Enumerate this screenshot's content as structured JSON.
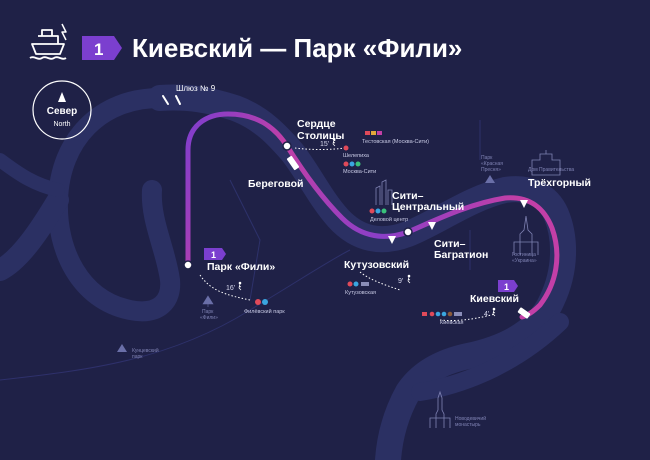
{
  "header": {
    "line_number": "1",
    "title": "Киевский — Парк «Фили»",
    "boat_icon": "river-boat-icon"
  },
  "compass": {
    "label": "Север",
    "sublabel": "North"
  },
  "lock": {
    "label": "Шлюз № 9"
  },
  "colors": {
    "background": "#1f2147",
    "river": "#2c3266",
    "route_start": "#c23fa7",
    "route_end": "#6a3dcc",
    "badge": "#7b3fcf"
  },
  "stations": [
    {
      "name": "Парк «Фили»",
      "badge": "1"
    },
    {
      "name": "Береговой"
    },
    {
      "name_line1": "Сердце",
      "name_line2": "Столицы"
    },
    {
      "name": "Кутузовский"
    },
    {
      "name_line1": "Сити–",
      "name_line2": "Центральный"
    },
    {
      "name_line1": "Сити–",
      "name_line2": "Багратион"
    },
    {
      "name": "Трёхгорный"
    },
    {
      "name": "Киевский",
      "badge": "1"
    }
  ],
  "walk_times": [
    "16'",
    "15'",
    "9'",
    "4'"
  ],
  "metro": {
    "fili": "Филёвский парк",
    "serdce_1": "Тестовская (Москва-Сити)",
    "serdce_2": "Шелепиха",
    "serdce_3": "Москва-Сити",
    "siti": "Деловой центр",
    "kutuz": "Кутузовская",
    "kiev": "Киевская"
  },
  "pois": {
    "fili_park_1": "Парк",
    "fili_park_2": "«Фили»",
    "kuntsevo_1": "Кунцевский",
    "kuntsevo_2": "парк",
    "presnya_1": "Парк",
    "presnya_2": "«Красная",
    "presnya_3": "Пресня»",
    "gov_house": "Дом Правительства",
    "hotel_1": "Гостиница",
    "hotel_2": "«Украина»",
    "novodev_1": "Новодевичий",
    "novodev_2": "монастырь"
  }
}
